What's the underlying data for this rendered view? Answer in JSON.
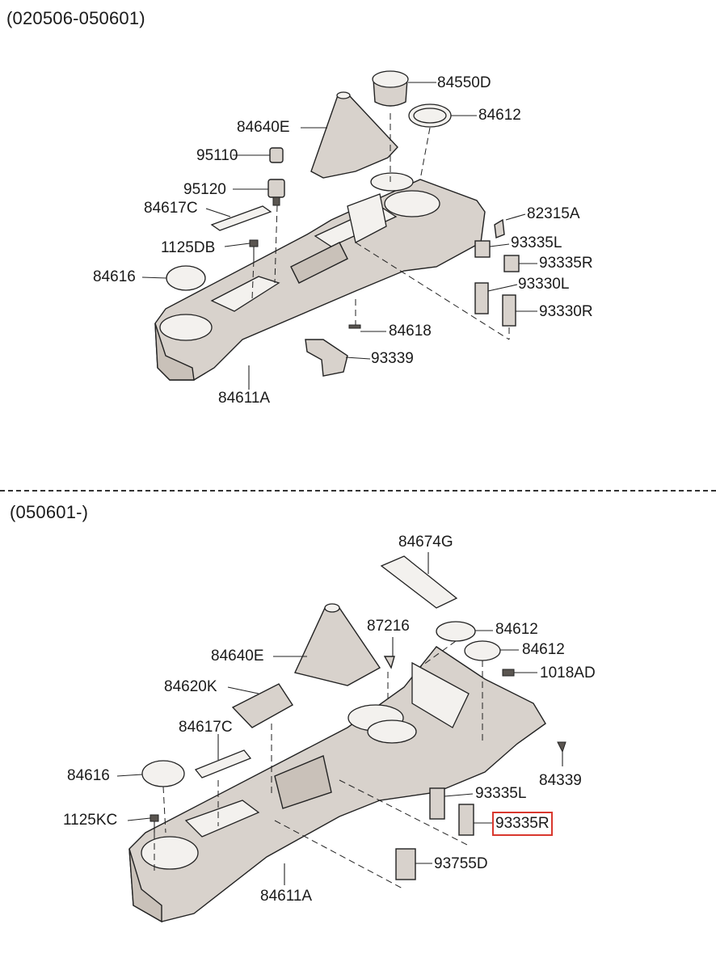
{
  "sections": [
    {
      "range": "(020506-050601)",
      "labels": [
        "84550D",
        "84612",
        "84640E",
        "95110",
        "95120",
        "84617C",
        "82315A",
        "93335L",
        "1125DB",
        "93335R",
        "84616",
        "93330L",
        "93330R",
        "84618",
        "93339",
        "84611A"
      ]
    },
    {
      "range": "(050601-)",
      "labels": [
        "84674G",
        "87216",
        "84612",
        "84640E",
        "84612",
        "1018AD",
        "84620K",
        "84617C",
        "84339",
        "84616",
        "93335L",
        "1125KC",
        "93335R",
        "93755D",
        "84611A"
      ]
    }
  ],
  "highlighted_part": "93335R",
  "colors": {
    "highlight": "#d9382e",
    "part_fill": "#d8d2cc",
    "line": "#222222"
  }
}
